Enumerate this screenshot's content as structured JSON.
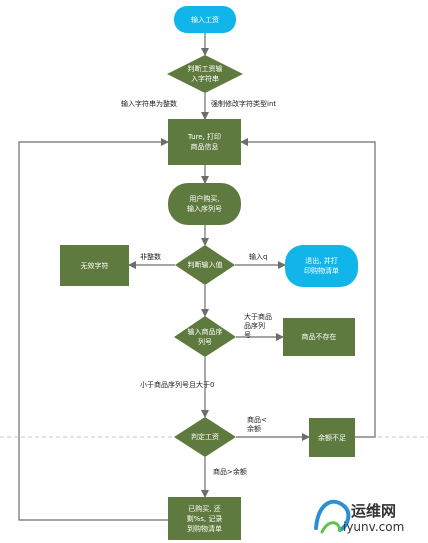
{
  "colors": {
    "process": "#5f7a3e",
    "start": "#12b5ea",
    "edge": "#6d6d6d",
    "dashed": "#c8c8c8",
    "node_text": "#ffffff",
    "label_text": "#222222"
  },
  "nodes": {
    "start": "输入工资",
    "check_salary": "判断工资输\n入字符串",
    "print_goods": "Ture, 打印\n商品信息",
    "user_buy": "用户购买,\n输入序列号",
    "check_input": "判断输入值",
    "invalid_char": "无效字符",
    "quit": "退出, 并打\n印购物清单",
    "check_index": "输入商品序\n列号",
    "not_exist": "商品不存在",
    "check_salary2": "判定工资",
    "insufficient": "余额不足",
    "purchased": "已购买, 还\n剩%s, 记录\n到购物清单"
  },
  "edge_labels": {
    "salary_is_digit": "输入字符串为整数",
    "convert_int": "强制修改字符类型int",
    "non_integer": "非整数",
    "input_q": "输入q",
    "greater_than_index": "大于商品\n品序列\n号",
    "less_than_index": "小于商品序列号且大于0",
    "goods_lt_balance": "商品<\n余额",
    "goods_gt_balance": "商品>余额"
  },
  "watermark": {
    "title": "运维网",
    "url": "iyunv.com",
    "icon": "wave-logo-icon"
  }
}
